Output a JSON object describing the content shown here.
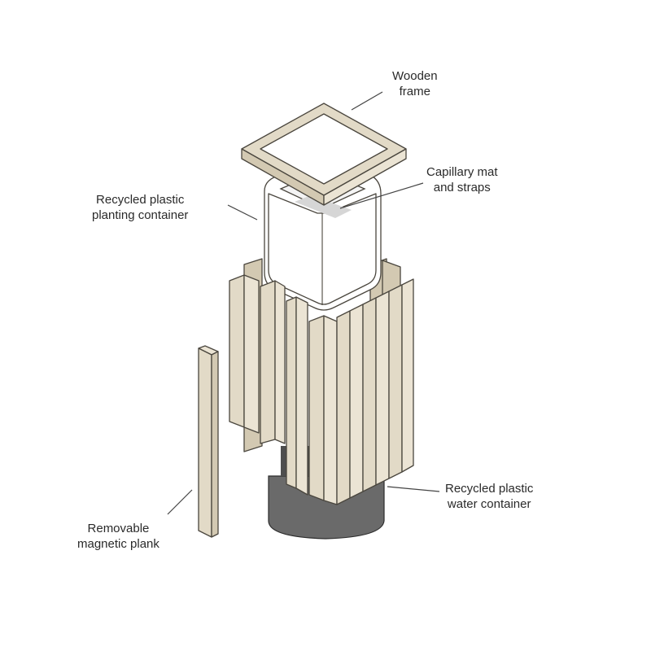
{
  "labels": {
    "wooden_frame": [
      "Wooden",
      "frame"
    ],
    "capillary_mat": [
      "Capillary mat",
      "and straps"
    ],
    "planting_container": [
      "Recycled plastic",
      "planting container"
    ],
    "water_container": [
      "Recycled plastic",
      "water container"
    ],
    "magnetic_plank": [
      "Removable",
      "magnetic plank"
    ]
  },
  "colors": {
    "wood": "#e2dac7",
    "outline": "#4a463e",
    "water_container": "#6a6a6a",
    "background": "#ffffff"
  }
}
